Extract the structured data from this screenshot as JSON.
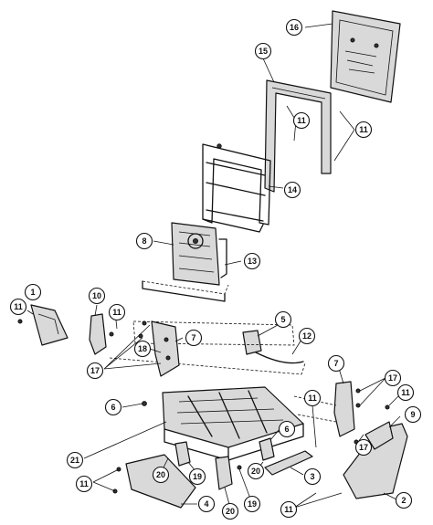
{
  "callouts": [
    {
      "label": "16"
    },
    {
      "label": "15"
    },
    {
      "label": "11"
    },
    {
      "label": "11"
    },
    {
      "label": "14"
    },
    {
      "label": "8"
    },
    {
      "label": "13"
    },
    {
      "label": "11"
    },
    {
      "label": "1"
    },
    {
      "label": "10"
    },
    {
      "label": "11"
    },
    {
      "label": "5"
    },
    {
      "label": "7"
    },
    {
      "label": "18"
    },
    {
      "label": "17"
    },
    {
      "label": "12"
    },
    {
      "label": "7"
    },
    {
      "label": "17"
    },
    {
      "label": "6"
    },
    {
      "label": "11"
    },
    {
      "label": "11"
    },
    {
      "label": "9"
    },
    {
      "label": "6"
    },
    {
      "label": "17"
    },
    {
      "label": "21"
    },
    {
      "label": "20"
    },
    {
      "label": "19"
    },
    {
      "label": "11"
    },
    {
      "label": "4"
    },
    {
      "label": "20"
    },
    {
      "label": "19"
    },
    {
      "label": "20"
    },
    {
      "label": "3"
    },
    {
      "label": "11"
    },
    {
      "label": "2"
    }
  ]
}
